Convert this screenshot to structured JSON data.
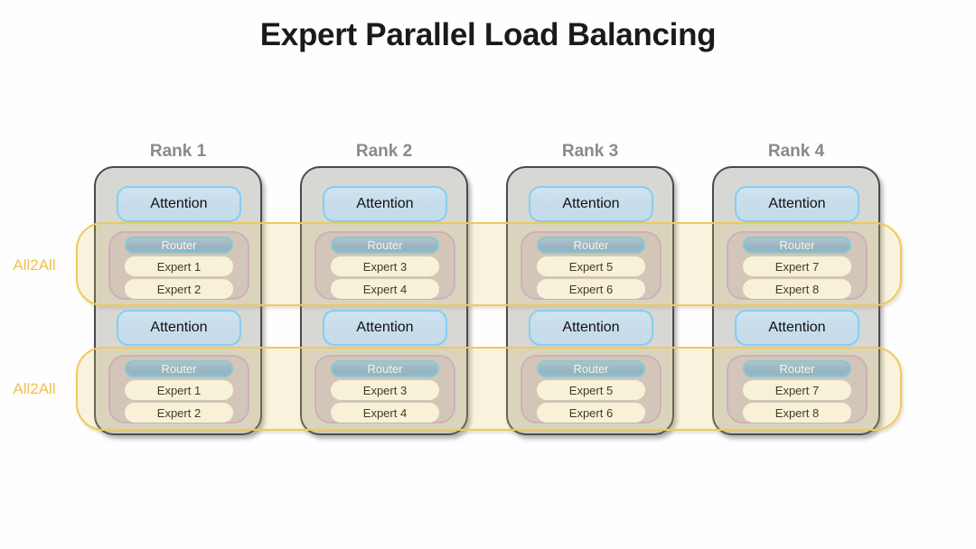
{
  "title": "Expert Parallel Load Balancing",
  "bands": [
    {
      "label": "All2All"
    },
    {
      "label": "All2All"
    }
  ],
  "ranks": [
    {
      "label": "Rank 1",
      "layers": [
        {
          "attention": "Attention",
          "router": "Router",
          "experts": [
            "Expert 1",
            "Expert 2"
          ]
        },
        {
          "attention": "Attention",
          "router": "Router",
          "experts": [
            "Expert 1",
            "Expert 2"
          ]
        }
      ]
    },
    {
      "label": "Rank 2",
      "layers": [
        {
          "attention": "Attention",
          "router": "Router",
          "experts": [
            "Expert 3",
            "Expert 4"
          ]
        },
        {
          "attention": "Attention",
          "router": "Router",
          "experts": [
            "Expert 3",
            "Expert 4"
          ]
        }
      ]
    },
    {
      "label": "Rank 3",
      "layers": [
        {
          "attention": "Attention",
          "router": "Router",
          "experts": [
            "Expert 5",
            "Expert 6"
          ]
        },
        {
          "attention": "Attention",
          "router": "Router",
          "experts": [
            "Expert 5",
            "Expert 6"
          ]
        }
      ]
    },
    {
      "label": "Rank 4",
      "layers": [
        {
          "attention": "Attention",
          "router": "Router",
          "experts": [
            "Expert 7",
            "Expert 8"
          ]
        },
        {
          "attention": "Attention",
          "router": "Router",
          "experts": [
            "Expert 7",
            "Expert 8"
          ]
        }
      ]
    }
  ],
  "colors": {
    "title": "#1a1a1a",
    "rank_label": "#8a8a8a",
    "rank_fill": "#d7d7d4",
    "rank_border": "#4a4a4a",
    "attention_fill": "#c6dcea",
    "attention_border": "#85cef2",
    "moe_fill": "#cec5cf",
    "moe_border": "#c7a6d8",
    "router_fill": "#7faedd",
    "router_border": "#6fc7f0",
    "expert_fill": "#fcfbf8",
    "band_border": "#efc95c",
    "band_text": "#f1c04f"
  }
}
